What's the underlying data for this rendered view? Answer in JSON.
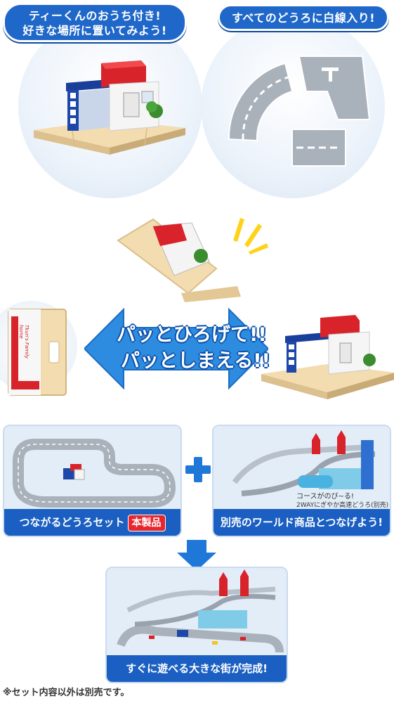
{
  "top_left_bubble": {
    "line1": "ティーくんのおうち付き!",
    "line2": "好きな場所に置いてみよう!"
  },
  "top_right_bubble": {
    "line1": "すべてのどうろに白線入り!"
  },
  "house_sign": "Tkun's Family home",
  "center_banner": {
    "line1": "パッとひろげて!!",
    "line2": "パッとしまえる!!"
  },
  "road_set_box": {
    "caption": "つながるどうろセット",
    "badge": "本製品"
  },
  "world_box": {
    "caption": "別売のワールド商品とつなげよう!",
    "note_line1": "コースがのび~る!",
    "note_line2": "2WAYにぎやか高速どうろ(別売)"
  },
  "city_box": {
    "caption": "すぐに遊べる大きな街が完成!"
  },
  "footer_note": "※セット内容以外は別売です。",
  "colors": {
    "brand_blue": "#1f68c9",
    "arrow_blue": "#2d8be0",
    "red": "#e8262e",
    "cream": "#f2dcb0",
    "road_gray": "#a9b1bb"
  }
}
